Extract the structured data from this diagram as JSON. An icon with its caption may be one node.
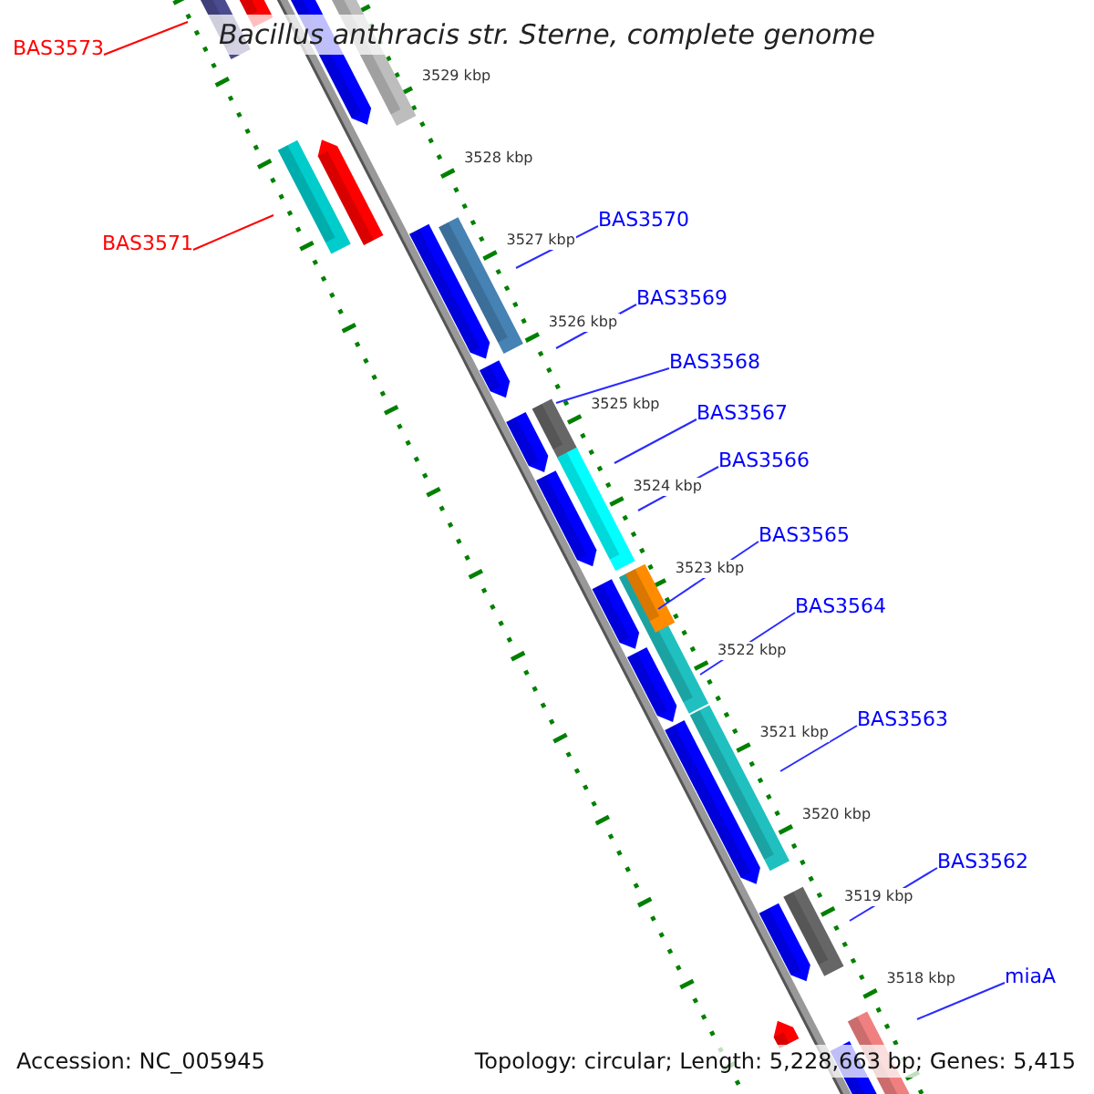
{
  "diagram": {
    "title": "Bacillus anthracis str. Sterne, complete genome",
    "nodes": [
      {
        "text": [
          "BAS3573"
        ]
      },
      {
        "text": [
          "BAS3570"
        ]
      },
      {
        "text": [
          "BAS3571"
        ]
      },
      {
        "text": [
          "BAS3569"
        ]
      },
      {
        "text": [
          "BAS3568"
        ]
      },
      {
        "text": [
          "BAS3567"
        ]
      },
      {
        "text": [
          "BAS3566"
        ]
      },
      {
        "text": [
          "BAS3565"
        ]
      },
      {
        "text": [
          "BAS3564"
        ]
      },
      {
        "text": [
          "BAS3563"
        ]
      },
      {
        "text": [
          "BAS3562"
        ]
      },
      {
        "text": [
          "miaA"
        ]
      }
    ],
    "edges": [
      {
        "from": 0,
        "to": null,
        "arrow": "none",
        "color": "#ff0000"
      },
      {
        "from": 1,
        "to": null,
        "arrow": "none"
      },
      {
        "from": 2,
        "to": null,
        "arrow": "none",
        "color": "#ff0000"
      },
      {
        "from": 3,
        "to": null,
        "arrow": "none"
      },
      {
        "from": 4,
        "to": null,
        "arrow": "none"
      },
      {
        "from": 5,
        "to": null,
        "arrow": "none"
      },
      {
        "from": 6,
        "to": null,
        "arrow": "none"
      },
      {
        "from": 7,
        "to": null,
        "arrow": "none"
      },
      {
        "from": 8,
        "to": null,
        "arrow": "none"
      },
      {
        "from": 9,
        "to": null,
        "arrow": "none"
      },
      {
        "from": 10,
        "to": null,
        "arrow": "none"
      },
      {
        "from": 11,
        "to": null,
        "arrow": "none"
      }
    ],
    "labels": [
      "3529 kbp",
      "3528 kbp",
      "3527 kbp",
      "3526 kbp",
      "3525 kbp",
      "3524 kbp",
      "3523 kbp",
      "3522 kbp",
      "3521 kbp",
      "3520 kbp",
      "3519 kbp",
      "3518 kbp",
      "Accession: NC_005945",
      "Topology: circular; Length: 5,228,663 bp; Genes: 5,415"
    ]
  }
}
